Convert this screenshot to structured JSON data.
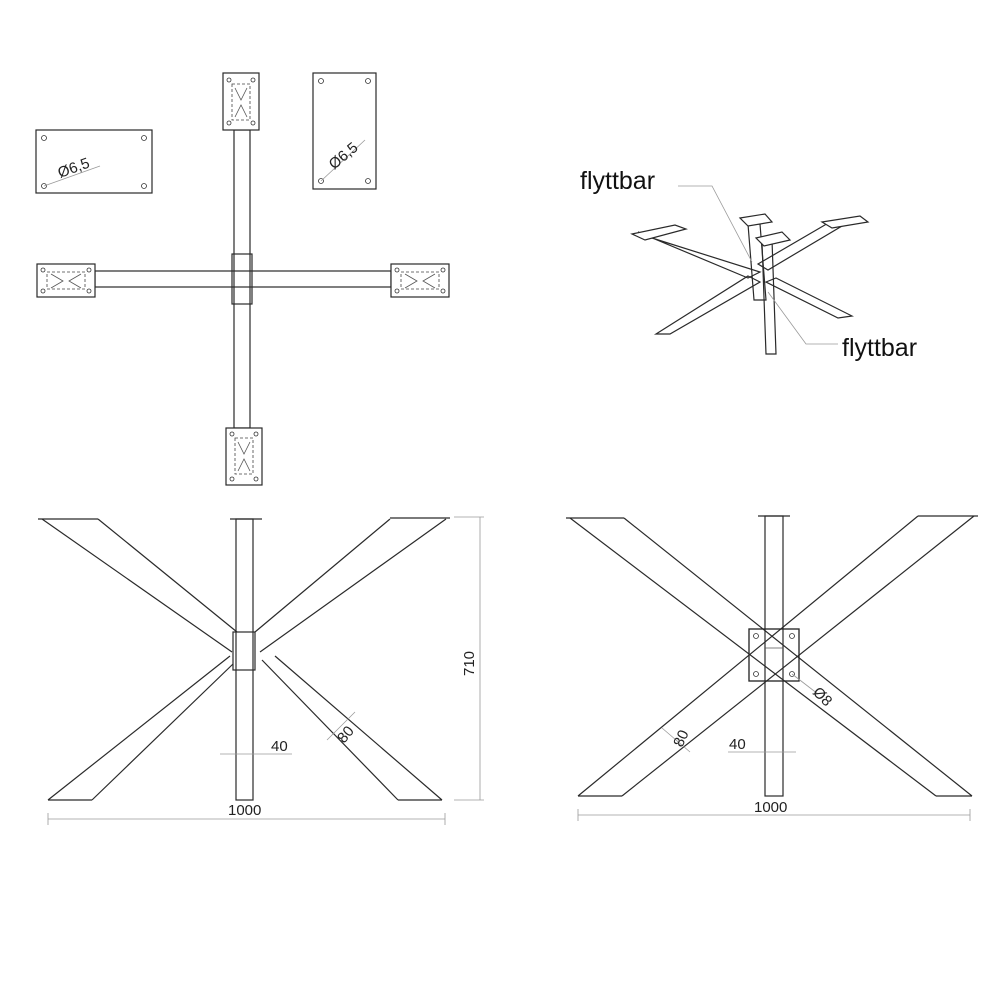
{
  "labels": {
    "movable_upper": "flyttbar",
    "movable_lower": "flyttbar"
  },
  "dimensions": {
    "hole_diameter_plate_a": "Ø6,5",
    "hole_diameter_plate_b": "Ø6,5",
    "height": "710",
    "beam_width_front": "80",
    "post_width_front": "40",
    "overall_width_front": "1000",
    "beam_width_side": "80",
    "post_width_side": "40",
    "hole_diameter_side": "Ø8",
    "overall_width_side": "1000"
  }
}
